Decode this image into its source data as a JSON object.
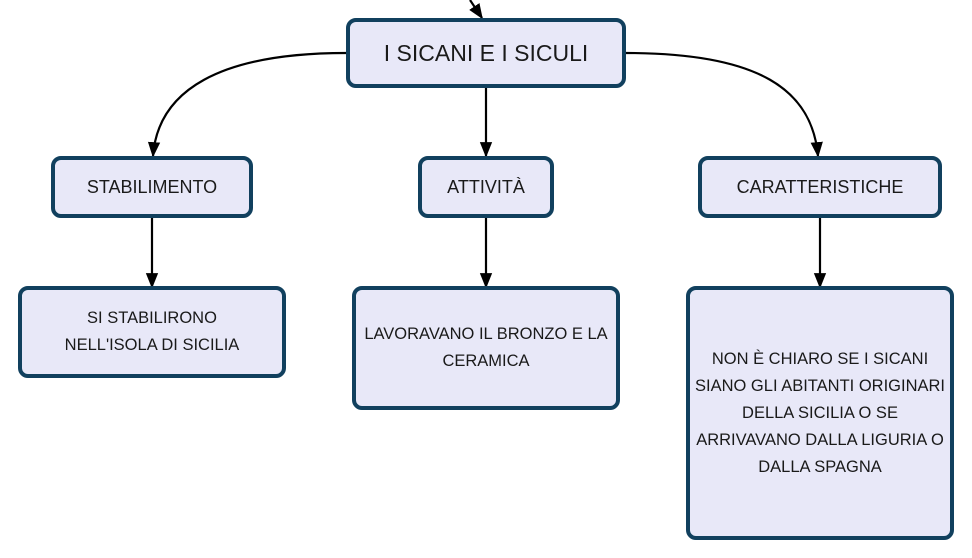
{
  "root": {
    "label": "I SICANI E I SICULI"
  },
  "categories": [
    {
      "label": "STABILIMENTO",
      "detail": "SI STABILIRONO NELL'ISOLA DI SICILIA"
    },
    {
      "label": "ATTIVITÀ",
      "detail": "LAVORAVANO IL BRONZO E LA CERAMICA"
    },
    {
      "label": "CARATTERISTICHE",
      "detail": "NON È CHIARO SE I SICANI SIANO GLI ABITANTI ORIGINARI DELLA SICILIA O SE ARRIVAVANO DALLA LIGURIA O DALLA SPAGNA"
    }
  ],
  "colors": {
    "node_fill": "#e8e8f8",
    "node_border": "#11405e",
    "connector": "#000000"
  }
}
